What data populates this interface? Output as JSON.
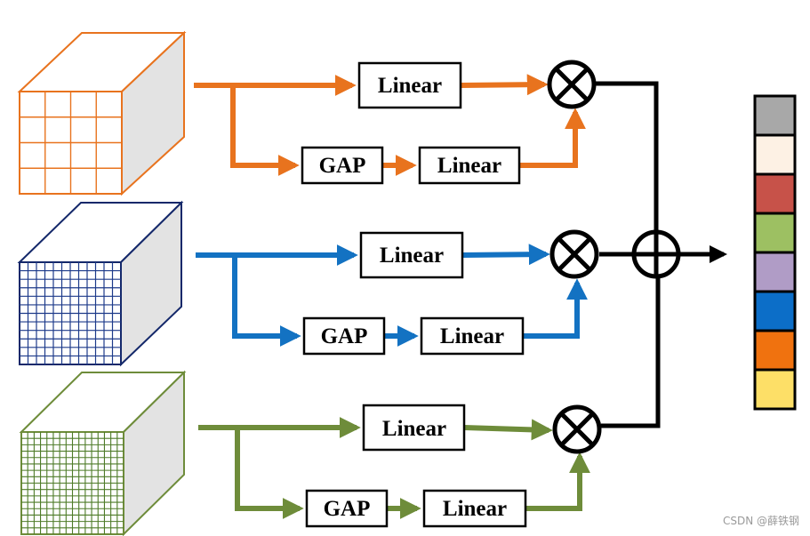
{
  "branches": [
    {
      "id": "orange",
      "color": "#E8731E",
      "grid": 4,
      "linear_label": "Linear",
      "gap_label": "GAP",
      "linear2_label": "Linear"
    },
    {
      "id": "blue",
      "color": "#1372C2",
      "grid": 12,
      "linear_label": "Linear",
      "gap_label": "GAP",
      "linear2_label": "Linear"
    },
    {
      "id": "green",
      "color": "#6E8C3A",
      "grid": 16,
      "linear_label": "Linear",
      "gap_label": "GAP",
      "linear2_label": "Linear"
    }
  ],
  "cube_colors": [
    "#E8731E",
    "#14286A",
    "#6E8C3A"
  ],
  "output_vector": [
    "#A8A8A8",
    "#FDF1E4",
    "#C75249",
    "#9DC062",
    "#B09CC6",
    "#0C6EC8",
    "#F0720F",
    "#FDDF67"
  ],
  "watermark": "CSDN @薛铁钢"
}
